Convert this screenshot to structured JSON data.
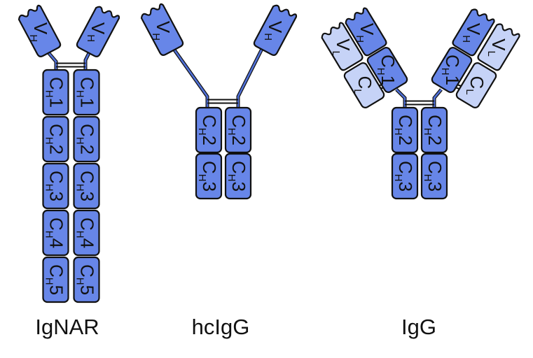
{
  "colors": {
    "heavy": "#6786e8",
    "light": "#c6d3f7",
    "linker": "#4f6fd6",
    "outline": "#111111"
  },
  "domain_labels": {
    "VH": {
      "main": "V",
      "sub": "H",
      "num": ""
    },
    "VL": {
      "main": "V",
      "sub": "L",
      "num": ""
    },
    "CL": {
      "main": "C",
      "sub": "L",
      "num": ""
    },
    "CH1": {
      "main": "C",
      "sub": "H",
      "num": "1"
    },
    "CH2": {
      "main": "C",
      "sub": "H",
      "num": "2"
    },
    "CH3": {
      "main": "C",
      "sub": "H",
      "num": "3"
    },
    "CH4": {
      "main": "C",
      "sub": "H",
      "num": "4"
    },
    "CH5": {
      "main": "C",
      "sub": "H",
      "num": "5"
    }
  },
  "antibodies": [
    {
      "id": "ignar",
      "label": "IgNAR"
    },
    {
      "id": "hcigg",
      "label": "hcIgG"
    },
    {
      "id": "igg",
      "label": "IgG"
    }
  ]
}
